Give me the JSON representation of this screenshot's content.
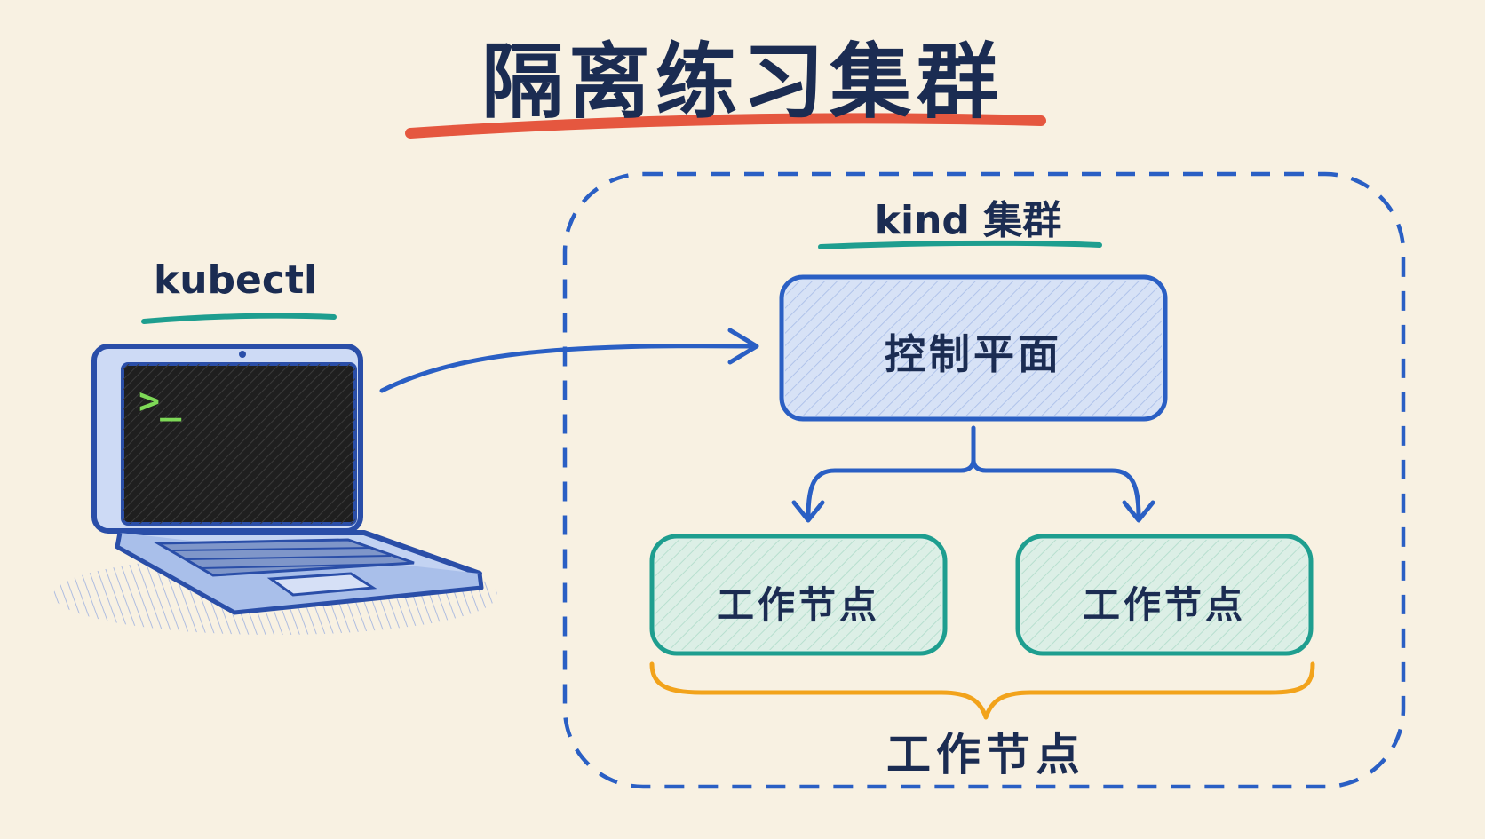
{
  "title": "隔离练习集群",
  "laptop": {
    "label": "kubectl",
    "prompt": ">_"
  },
  "cluster": {
    "label": "kind 集群",
    "control_plane": "控制平面",
    "worker_nodes": [
      "工作节点",
      "工作节点"
    ],
    "group_label": "工作节点"
  },
  "colors": {
    "background": "#f8f1e2",
    "ink": "#1b2c52",
    "blue": "#2a5fc4",
    "control_fill": "#d7e2f6",
    "teal": "#1e9e8f",
    "worker_fill": "#dcefe6",
    "orange": "#f2a31b",
    "red_underline": "#e5573f",
    "prompt_green": "#7ed957"
  }
}
